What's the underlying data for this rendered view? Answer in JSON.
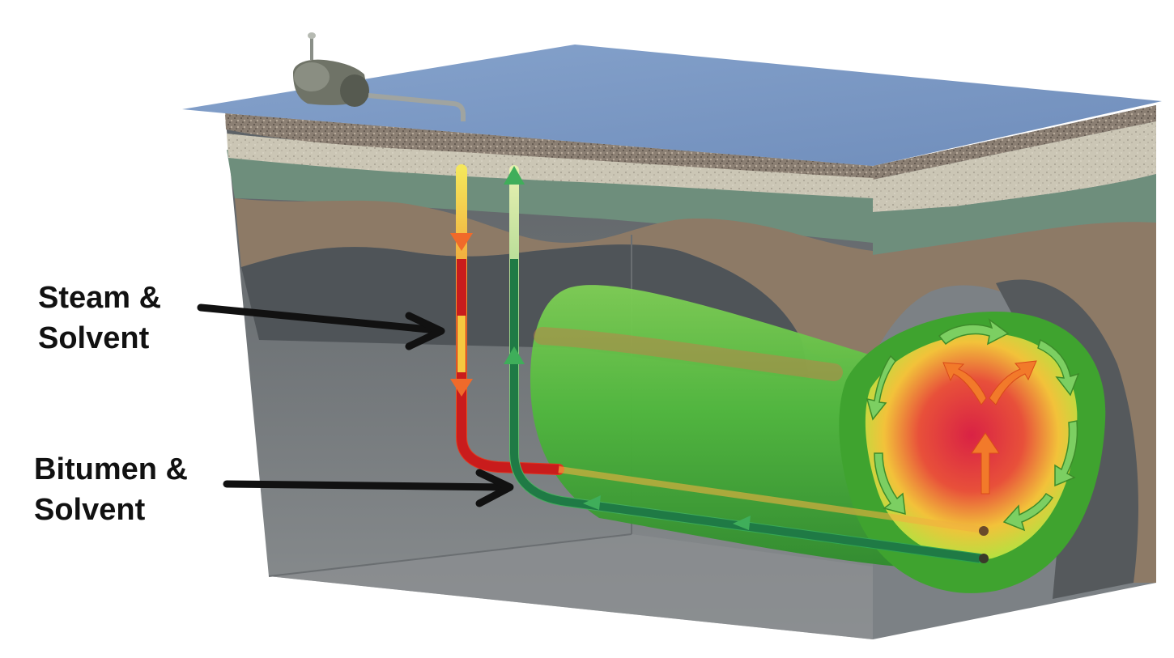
{
  "labels": {
    "steam_solvent": {
      "line1": "Steam &",
      "line2": "Solvent"
    },
    "bitumen_solvent": {
      "line1": "Bitumen &",
      "line2": "Solvent"
    }
  },
  "colors": {
    "surface_top": "#7f9cc7",
    "gravel": "#8a7d70",
    "sand": "#c9c4b3",
    "soil_brown": "#8d7a66",
    "green_layer": "#6f8f7d",
    "reservoir_gray": "#767b7f",
    "chamber_green": "#48b33a",
    "hot_core_red": "#e2304a",
    "injector_red": "#c81b1b",
    "producer_green": "#1f7a45",
    "callout_arrow": "#111111"
  },
  "icons": [
    "wellhead-pump-icon",
    "callout-arrow-icon",
    "flow-arrow-icon"
  ]
}
